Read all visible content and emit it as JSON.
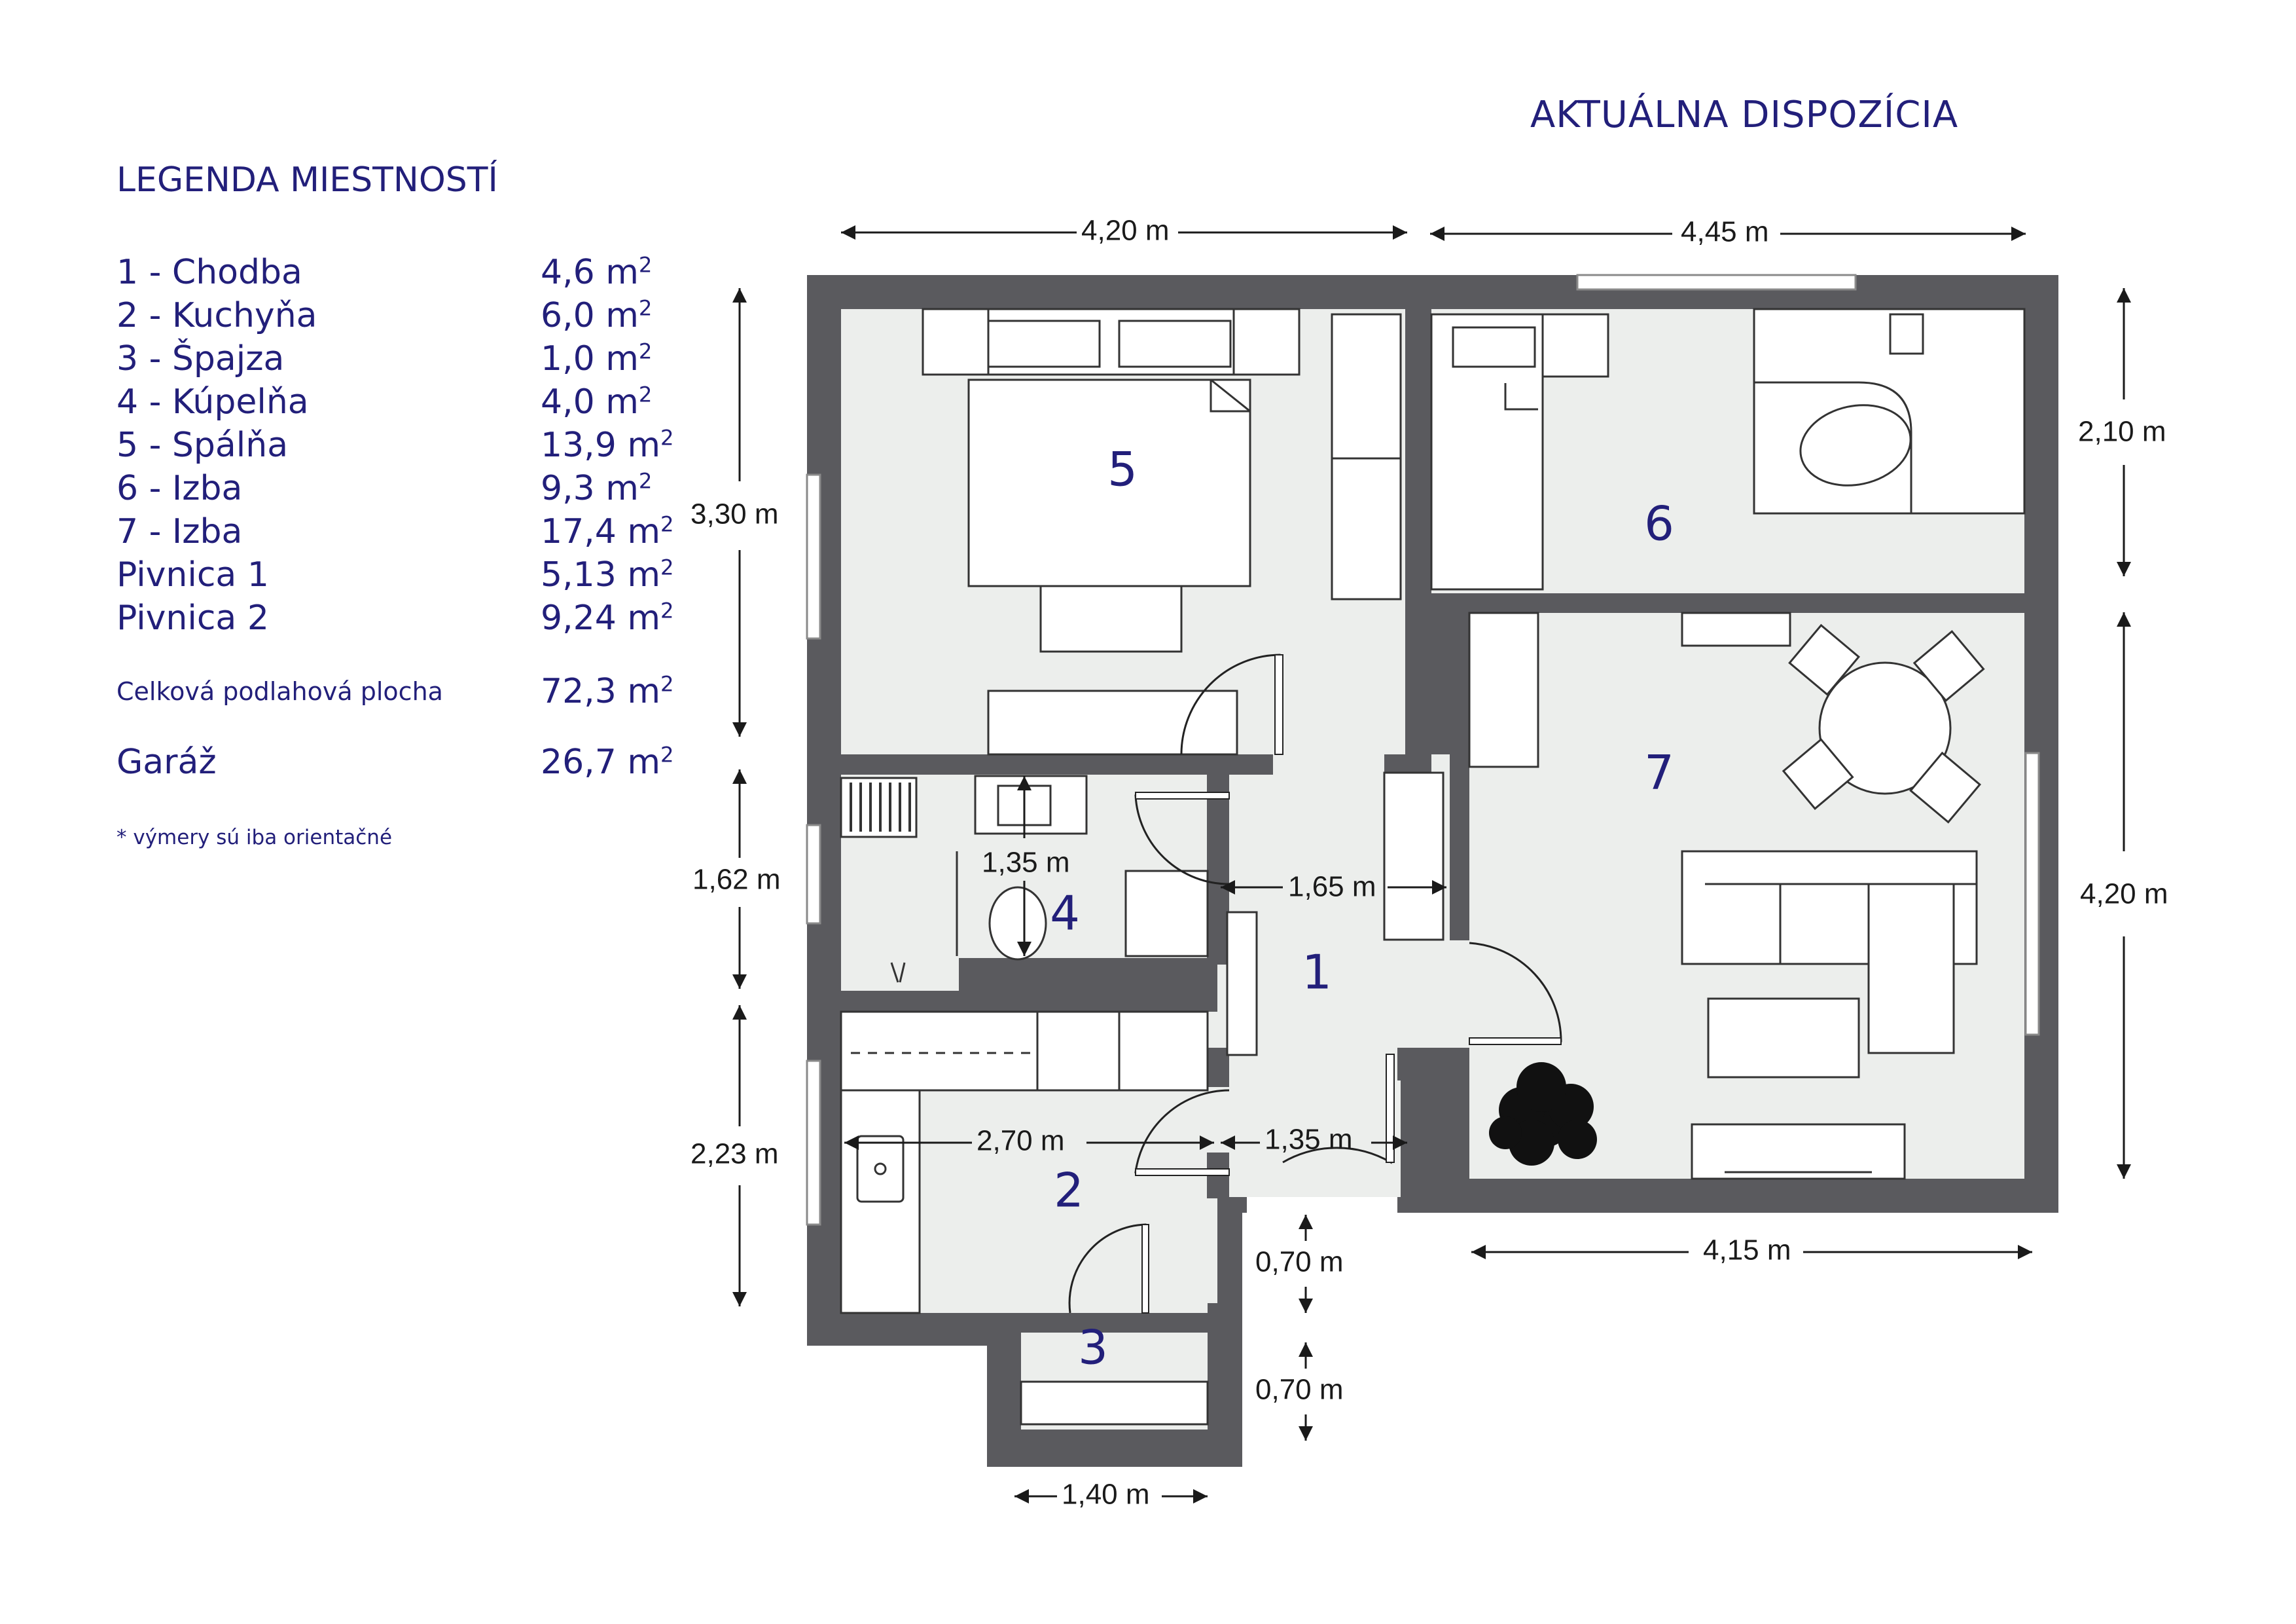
{
  "title": "AKTUÁLNA DISPOZÍCIA",
  "legend": {
    "title": "LEGENDA MIESTNOSTÍ",
    "unit": "m",
    "unit_power": "2",
    "rooms": [
      {
        "name": "1 - Chodba",
        "area": "4,6"
      },
      {
        "name": "2 - Kuchyňa",
        "area": "6,0"
      },
      {
        "name": "3 - Špajza",
        "area": "1,0"
      },
      {
        "name": "4 - Kúpelňa",
        "area": "4,0"
      },
      {
        "name": "5 - Spálňa",
        "area": "13,9"
      },
      {
        "name": "6 - Izba",
        "area": "9,3"
      },
      {
        "name": "7 - Izba",
        "area": "17,4"
      },
      {
        "name": "Pivnica 1",
        "area": "5,13"
      },
      {
        "name": "Pivnica 2",
        "area": "9,24"
      }
    ],
    "total": {
      "name": "Celková podlahová plocha",
      "area": "72,3"
    },
    "garage": {
      "name": "Garáž",
      "area": "26,7"
    },
    "note": "*  výmery sú iba orientačné"
  },
  "room_labels": {
    "r1": "1",
    "r2": "2",
    "r3": "3",
    "r4": "4",
    "r5": "5",
    "r6": "6",
    "r7": "7"
  },
  "dimensions": {
    "top_left": "4,20 m",
    "top_right": "4,45 m",
    "right_top": "2,10 m",
    "right_bottom": "4,20 m",
    "bottom_right": "4,15 m",
    "left_top": "3,30 m",
    "left_mid": "1,62 m",
    "left_bottom": "2,23 m",
    "bath_width": "1,35 m",
    "hall_width": "1,65 m",
    "kitchen_width": "2,70 m",
    "hall_lower_width": "1,35 m",
    "entry_depth_1": "0,70 m",
    "entry_depth_2": "0,70 m",
    "pantry_width": "1,40 m"
  },
  "colors": {
    "wall": "#5a5a5e",
    "floor": "#eceeec",
    "text": "#221f7a"
  }
}
